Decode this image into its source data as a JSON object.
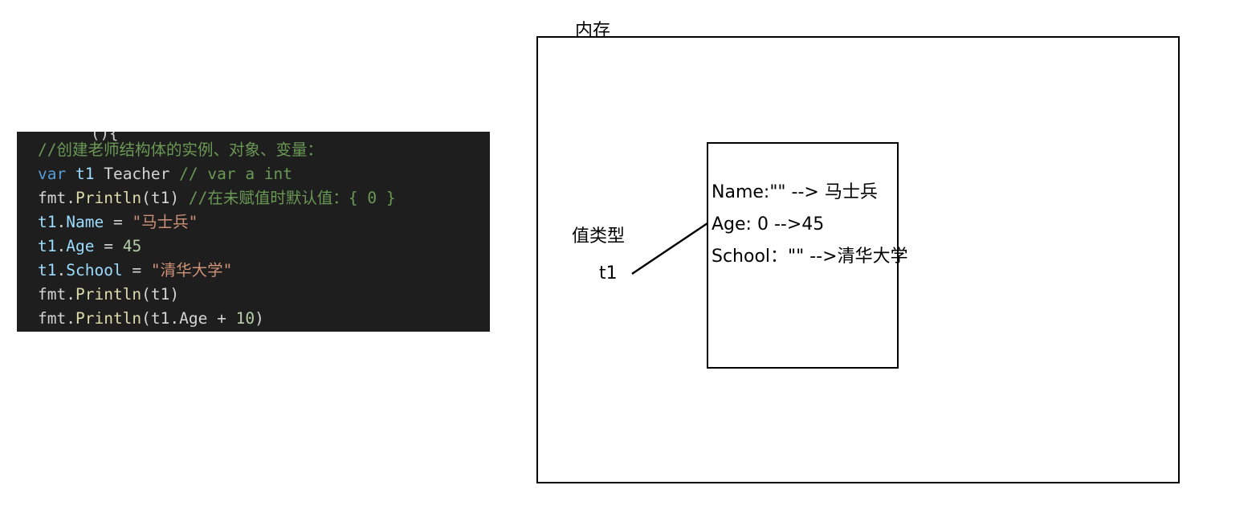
{
  "code": {
    "cutoff_text": "(){",
    "lines": [
      [
        {
          "t": "//创建老师结构体的实例、对象、变量：",
          "c": "comment"
        }
      ],
      [
        {
          "t": "var",
          "c": "keyword"
        },
        {
          "t": " ",
          "c": "plain"
        },
        {
          "t": "t1",
          "c": "var"
        },
        {
          "t": " Teacher ",
          "c": "type"
        },
        {
          "t": "// var a int",
          "c": "comment"
        }
      ],
      [
        {
          "t": "fmt",
          "c": "plain"
        },
        {
          "t": ".",
          "c": "plain"
        },
        {
          "t": "Println",
          "c": "func"
        },
        {
          "t": "(t1) ",
          "c": "plain"
        },
        {
          "t": "//在未赋值时默认值：{ 0 }",
          "c": "comment"
        }
      ],
      [
        {
          "t": "t1",
          "c": "var"
        },
        {
          "t": ".",
          "c": "plain"
        },
        {
          "t": "Name",
          "c": "var"
        },
        {
          "t": " = ",
          "c": "plain"
        },
        {
          "t": "\"马士兵\"",
          "c": "string"
        }
      ],
      [
        {
          "t": "t1",
          "c": "var"
        },
        {
          "t": ".",
          "c": "plain"
        },
        {
          "t": "Age",
          "c": "var"
        },
        {
          "t": " = ",
          "c": "plain"
        },
        {
          "t": "45",
          "c": "number"
        }
      ],
      [
        {
          "t": "t1",
          "c": "var"
        },
        {
          "t": ".",
          "c": "plain"
        },
        {
          "t": "School",
          "c": "var"
        },
        {
          "t": " = ",
          "c": "plain"
        },
        {
          "t": "\"清华大学\"",
          "c": "string"
        }
      ],
      [
        {
          "t": "fmt",
          "c": "plain"
        },
        {
          "t": ".",
          "c": "plain"
        },
        {
          "t": "Println",
          "c": "func"
        },
        {
          "t": "(t1)",
          "c": "plain"
        }
      ],
      [
        {
          "t": "fmt",
          "c": "plain"
        },
        {
          "t": ".",
          "c": "plain"
        },
        {
          "t": "Println",
          "c": "func"
        },
        {
          "t": "(t1.Age + ",
          "c": "plain"
        },
        {
          "t": "10",
          "c": "number"
        },
        {
          "t": ")",
          "c": "plain"
        }
      ]
    ]
  },
  "diagram": {
    "memory_label": "内存",
    "value_type_label": "值类型",
    "variable_label": "t1",
    "fields": {
      "name": "Name:\"\" --> 马士兵",
      "age": "Age: 0 -->45",
      "school": "School：\"\" -->清华大学"
    }
  }
}
